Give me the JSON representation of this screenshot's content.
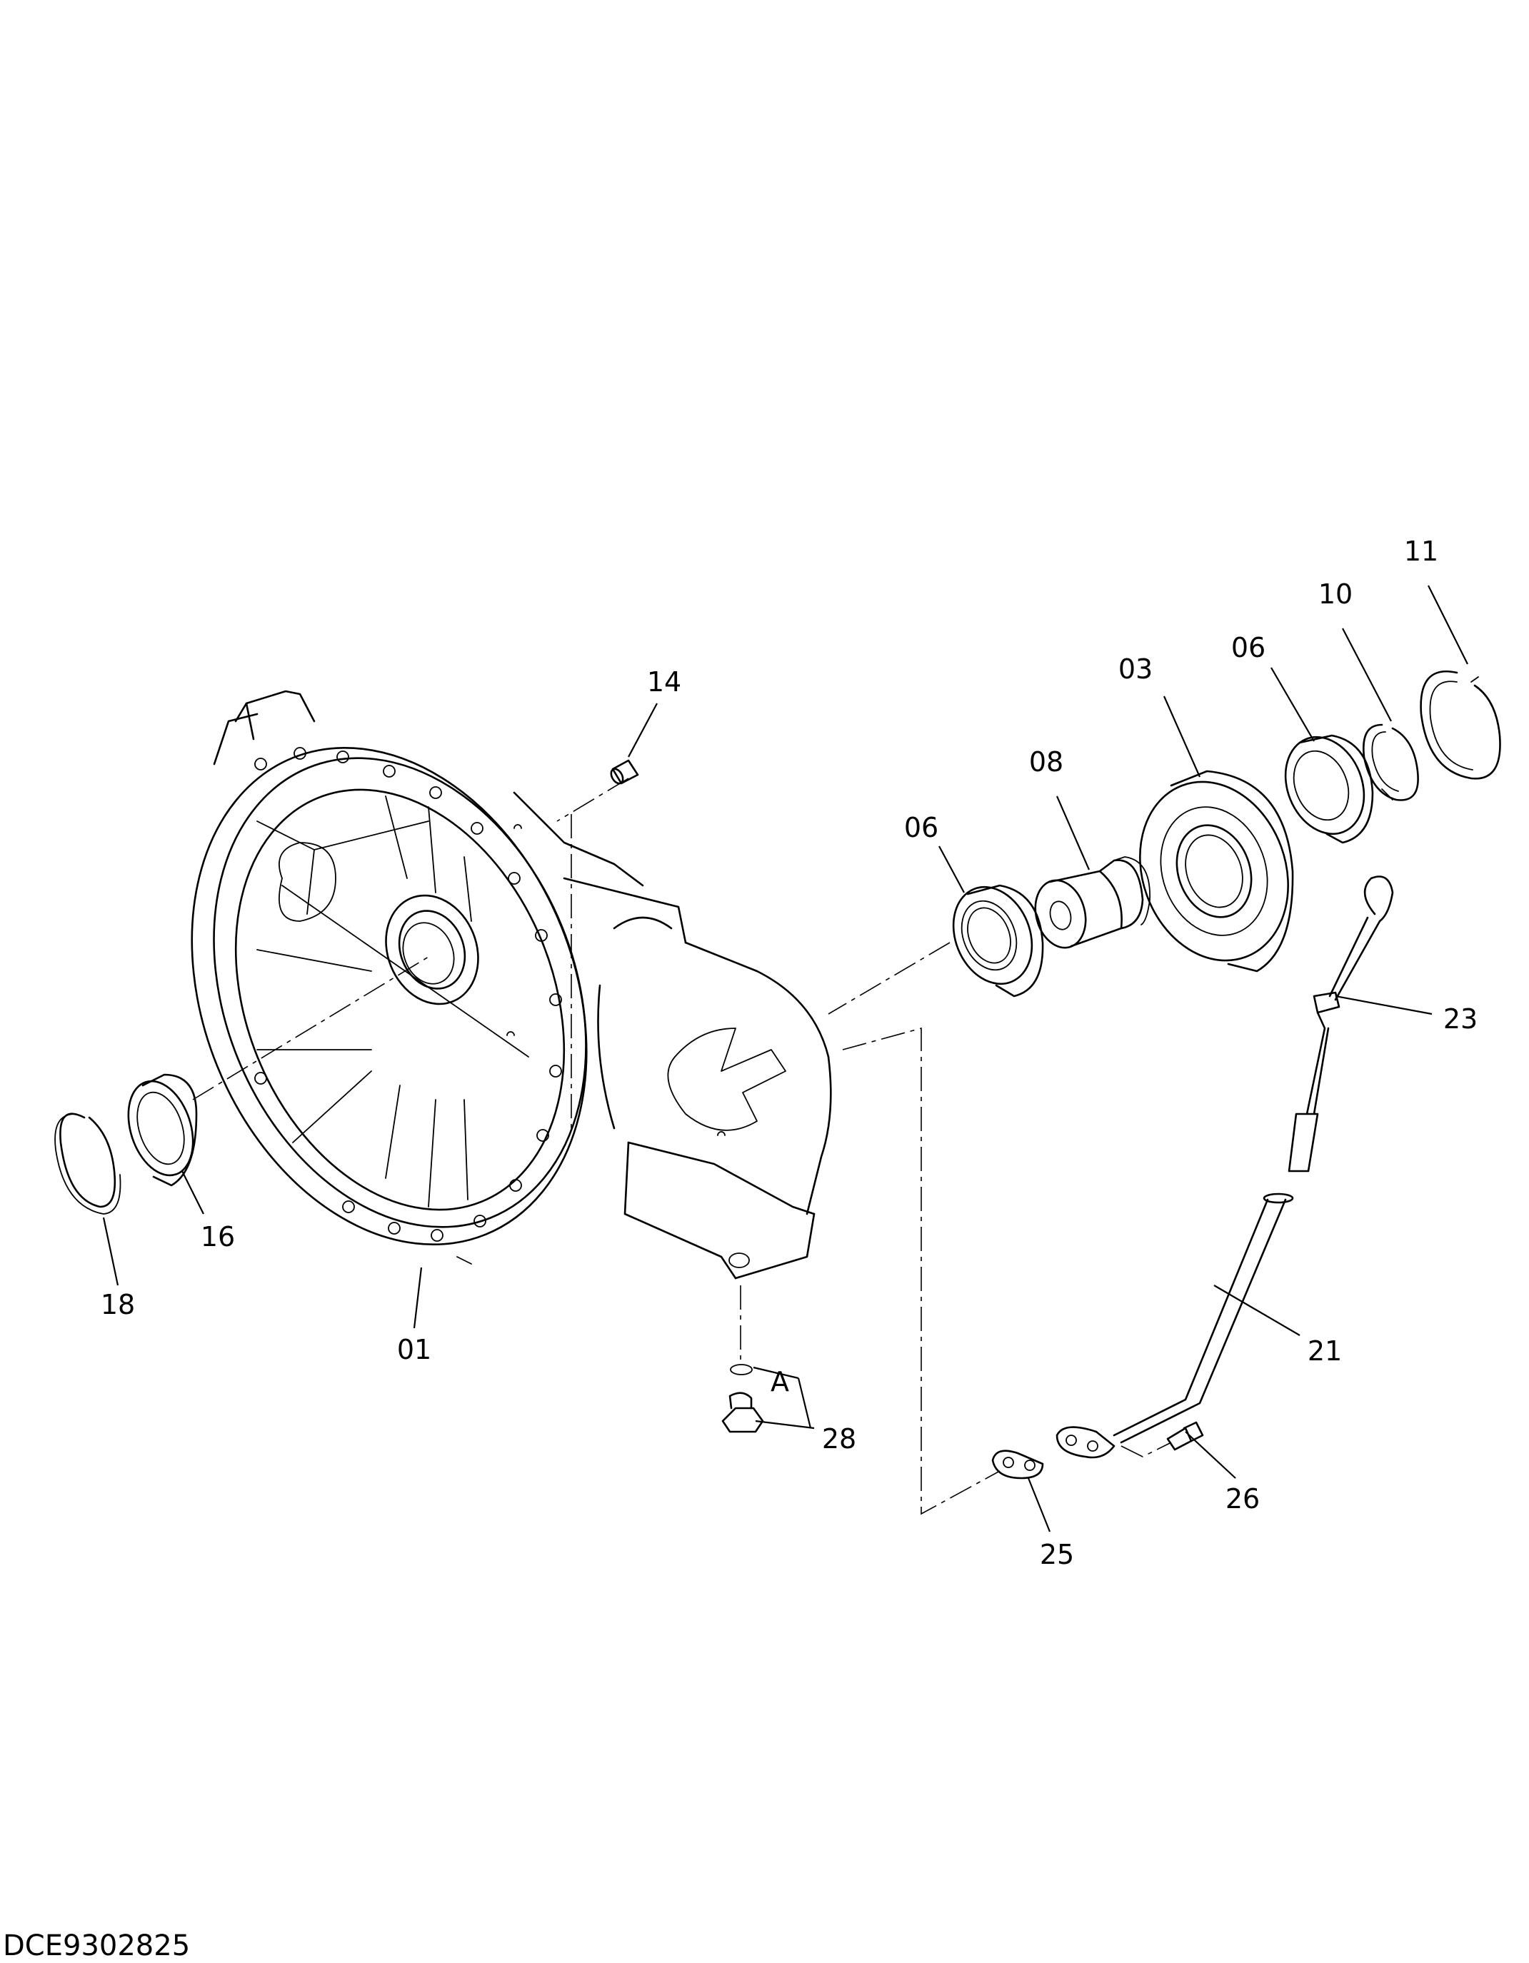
{
  "document_id": "DCE9302825",
  "callouts": [
    {
      "id": "c01",
      "text": "01"
    },
    {
      "id": "c03",
      "text": "03"
    },
    {
      "id": "c06a",
      "text": "06"
    },
    {
      "id": "c06b",
      "text": "06"
    },
    {
      "id": "c08",
      "text": "08"
    },
    {
      "id": "c10",
      "text": "10"
    },
    {
      "id": "c11",
      "text": "11"
    },
    {
      "id": "c14",
      "text": "14"
    },
    {
      "id": "c16",
      "text": "16"
    },
    {
      "id": "c18",
      "text": "18"
    },
    {
      "id": "c21",
      "text": "21"
    },
    {
      "id": "c23",
      "text": "23"
    },
    {
      "id": "c25",
      "text": "25"
    },
    {
      "id": "c26",
      "text": "26"
    },
    {
      "id": "c28",
      "text": "28"
    }
  ],
  "detail_marker": "A"
}
